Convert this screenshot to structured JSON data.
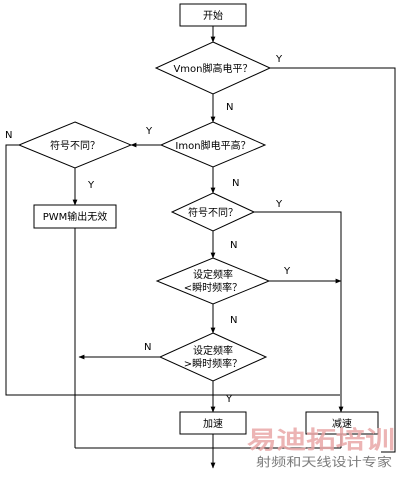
{
  "nodes": {
    "start": "开始",
    "d_vmon": "Vmon脚高电平？",
    "d_imon": "Imon脚电平高？",
    "d_sign_left": "符号不同？",
    "d_sign_right": "符号不同？",
    "pwm_invalid": "PWM输出无效",
    "d_less": [
      "设定频率",
      "<瞬时频率？"
    ],
    "d_greater": [
      "设定频率",
      ">瞬时频率？"
    ],
    "accel": "加速",
    "decel": "减速"
  },
  "edge_labels": {
    "vmon_yes": "Y",
    "vmon_no": "N",
    "imon_yes": "Y",
    "imon_no": "N",
    "sign_left_yes": "Y",
    "sign_left_no": "N",
    "sign_right_yes": "Y",
    "sign_right_no": "N",
    "less_yes": "Y",
    "less_no": "N",
    "greater_yes": "Y",
    "greater_no": "N"
  },
  "watermark": {
    "brand": "易迪拓培训",
    "tagline": "射频和天线设计专家"
  }
}
